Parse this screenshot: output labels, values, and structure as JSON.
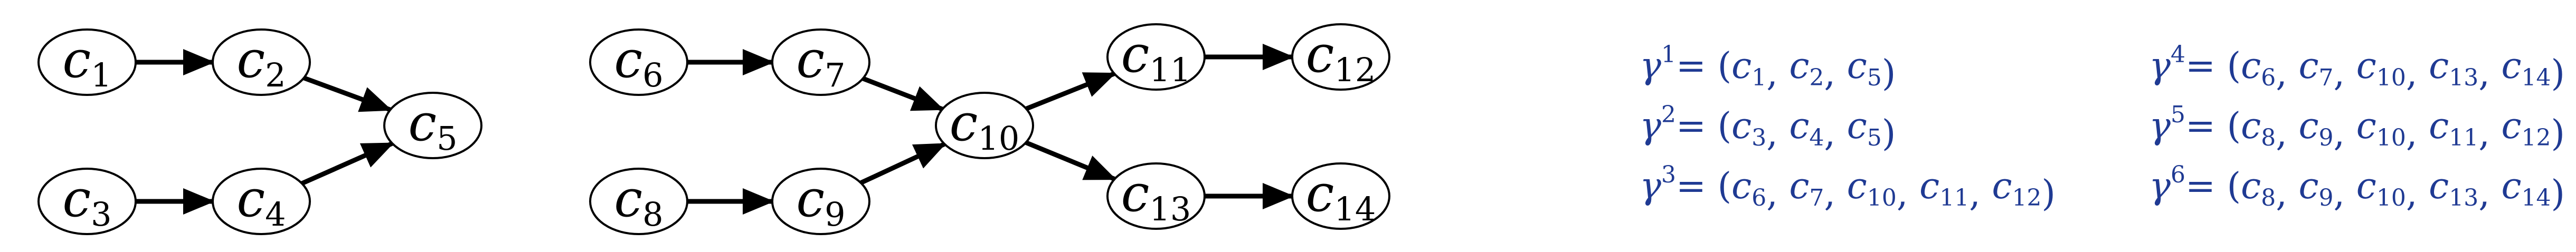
{
  "nodes": [
    {
      "id": "c1",
      "base": "c",
      "sub": "1"
    },
    {
      "id": "c2",
      "base": "c",
      "sub": "2"
    },
    {
      "id": "c3",
      "base": "c",
      "sub": "3"
    },
    {
      "id": "c4",
      "base": "c",
      "sub": "4"
    },
    {
      "id": "c5",
      "base": "c",
      "sub": "5"
    },
    {
      "id": "c6",
      "base": "c",
      "sub": "6"
    },
    {
      "id": "c7",
      "base": "c",
      "sub": "7"
    },
    {
      "id": "c8",
      "base": "c",
      "sub": "8"
    },
    {
      "id": "c9",
      "base": "c",
      "sub": "9"
    },
    {
      "id": "c10",
      "base": "c",
      "sub": "10"
    },
    {
      "id": "c11",
      "base": "c",
      "sub": "11"
    },
    {
      "id": "c12",
      "base": "c",
      "sub": "12"
    },
    {
      "id": "c13",
      "base": "c",
      "sub": "13"
    },
    {
      "id": "c14",
      "base": "c",
      "sub": "14"
    }
  ],
  "edges": [
    [
      "c1",
      "c2"
    ],
    [
      "c2",
      "c5"
    ],
    [
      "c3",
      "c4"
    ],
    [
      "c4",
      "c5"
    ],
    [
      "c6",
      "c7"
    ],
    [
      "c7",
      "c10"
    ],
    [
      "c8",
      "c9"
    ],
    [
      "c9",
      "c10"
    ],
    [
      "c10",
      "c11"
    ],
    [
      "c10",
      "c13"
    ],
    [
      "c11",
      "c12"
    ],
    [
      "c13",
      "c14"
    ]
  ],
  "paths": [
    {
      "base": "γ",
      "sup": "1",
      "eq": "= ",
      "seq": [
        "c1",
        "c2",
        "c5"
      ]
    },
    {
      "base": "γ",
      "sup": "2",
      "eq": "= ",
      "seq": [
        "c3",
        "c4",
        "c5"
      ]
    },
    {
      "base": "γ",
      "sup": "3",
      "eq": "= ",
      "seq": [
        "c6",
        "c7",
        "c10",
        "c11",
        "c12"
      ]
    },
    {
      "base": "γ",
      "sup": "4",
      "eq": "= ",
      "seq": [
        "c6",
        "c7",
        "c10",
        "c13",
        "c14"
      ]
    },
    {
      "base": "γ",
      "sup": "5",
      "eq": "= ",
      "seq": [
        "c8",
        "c9",
        "c10",
        "c11",
        "c12"
      ]
    },
    {
      "base": "γ",
      "sup": "6",
      "eq": "= ",
      "seq": [
        "c8",
        "c9",
        "c10",
        "c13",
        "c14"
      ]
    }
  ],
  "colors": {
    "node_stroke": "#000000",
    "edge": "#000000",
    "path_text": "#1f3a93"
  }
}
